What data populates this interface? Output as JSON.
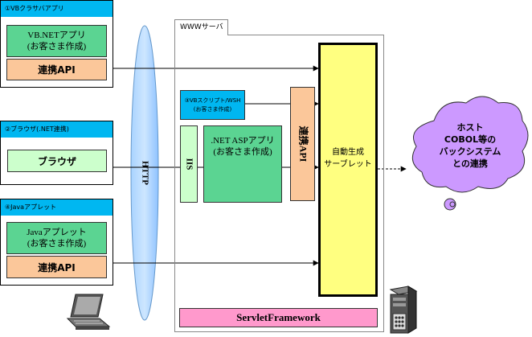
{
  "left": {
    "vb": {
      "title": "①VBクラサバアプリ",
      "app": "VB.NETアプリ\n(お客さま作成)",
      "api": "連携API"
    },
    "browser": {
      "title": "②ブラウザ(.NET連携)",
      "app": "ブラウザ"
    },
    "java": {
      "title": "④Javaアプレット",
      "app": "Javaアプレット\n(お客さま作成)",
      "api": "連携API"
    }
  },
  "http": "HTTP",
  "server": {
    "title": "WWWサーバ",
    "script": "③VBスクリプト/WSH\n(お客さま作成)",
    "iis": "IIS",
    "aspnet": ".NET ASPアプリ\n(お客さま作成)",
    "api": "連携API",
    "servlet": "自動生成\nサーブレット",
    "framework": "ServletFramework"
  },
  "host": "ホスト\nCOBOL等の\nバックシステム\nとの連携",
  "colors": {
    "cyan": "#00b7f1",
    "green": "#5bd492",
    "orange": "#fbc79a",
    "light_green": "#ccffcc",
    "yellow": "#ffff80",
    "pink": "#ff99cc",
    "violet": "#cc99ff",
    "http_blue": "#99ccff"
  },
  "icons": [
    "laptop-icon",
    "server-tower-icon"
  ]
}
